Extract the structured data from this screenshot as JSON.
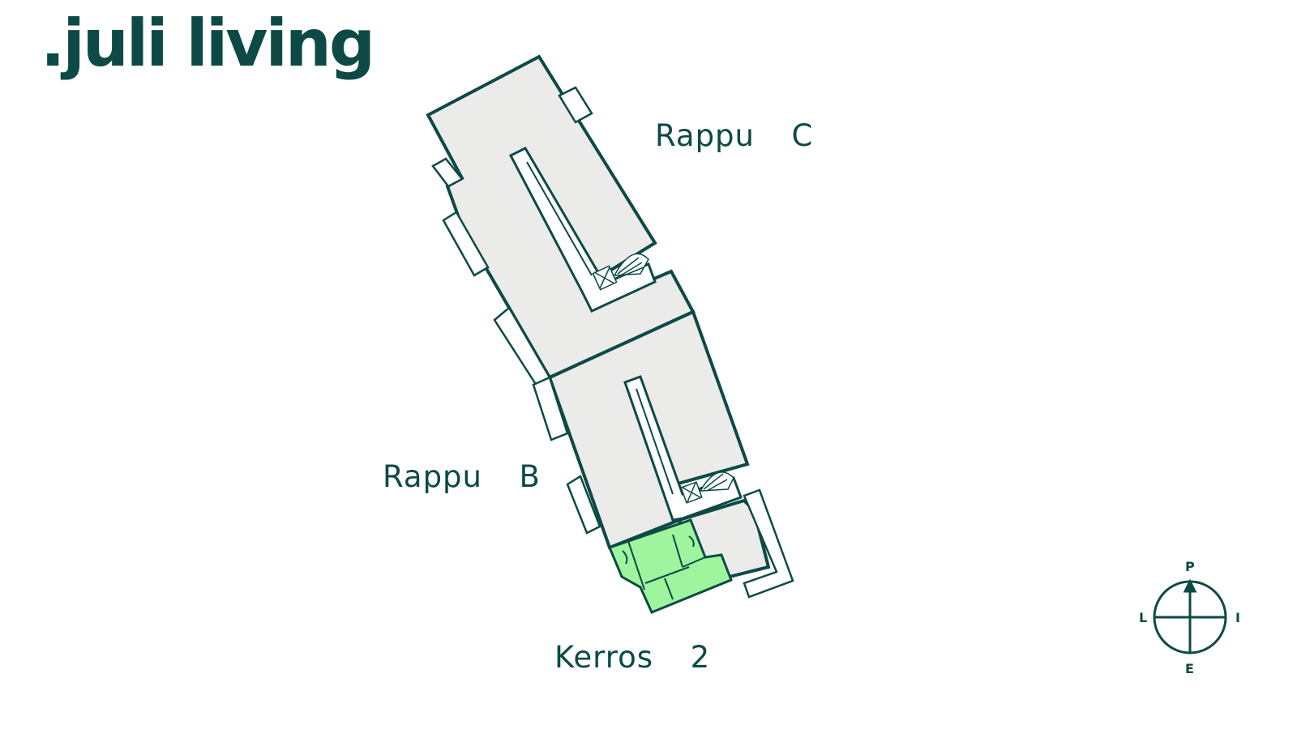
{
  "brand": {
    "logo_text": ".juli living"
  },
  "labels": {
    "stair_c": "Rappu  C",
    "stair_b": "Rappu  B",
    "floor": "Kerros  2"
  },
  "compass": {
    "north": "P",
    "south": "E",
    "west": "L",
    "east": "I"
  },
  "colors": {
    "wall": "#0d4a45",
    "floor_fill": "#ebebea",
    "highlight": "#9ef59e",
    "text": "#0d4a45"
  },
  "highlighted_apartment": {
    "floor": 2,
    "stair": "B"
  }
}
